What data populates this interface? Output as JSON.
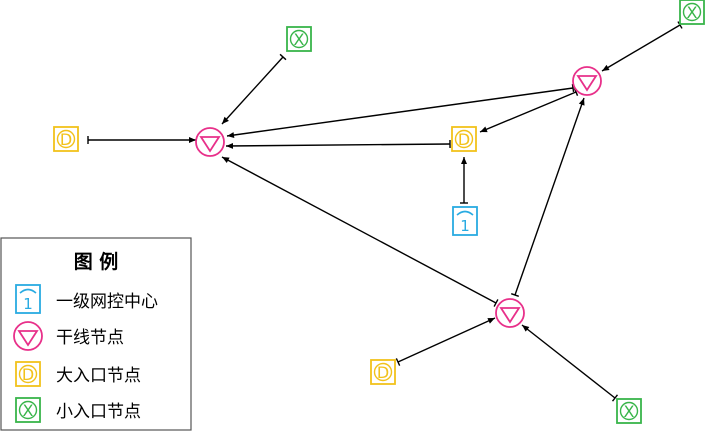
{
  "legend": {
    "title": "图 例",
    "items": [
      {
        "symbol": "control",
        "label": "一级网控中心"
      },
      {
        "symbol": "trunk",
        "label": "干线节点"
      },
      {
        "symbol": "large",
        "label": "大入口节点"
      },
      {
        "symbol": "small",
        "label": "小入口节点"
      }
    ]
  },
  "symbols": {
    "control": {
      "glyph": "1",
      "color": "#29abe2",
      "icon": "control-center-icon"
    },
    "trunk": {
      "glyph": "",
      "color": "#e8308a",
      "icon": "trunk-node-icon"
    },
    "large": {
      "glyph": "D",
      "color": "#f2c21b",
      "icon": "large-entry-node-icon"
    },
    "small": {
      "glyph": "X",
      "color": "#39b54a",
      "icon": "small-entry-node-icon"
    }
  }
}
